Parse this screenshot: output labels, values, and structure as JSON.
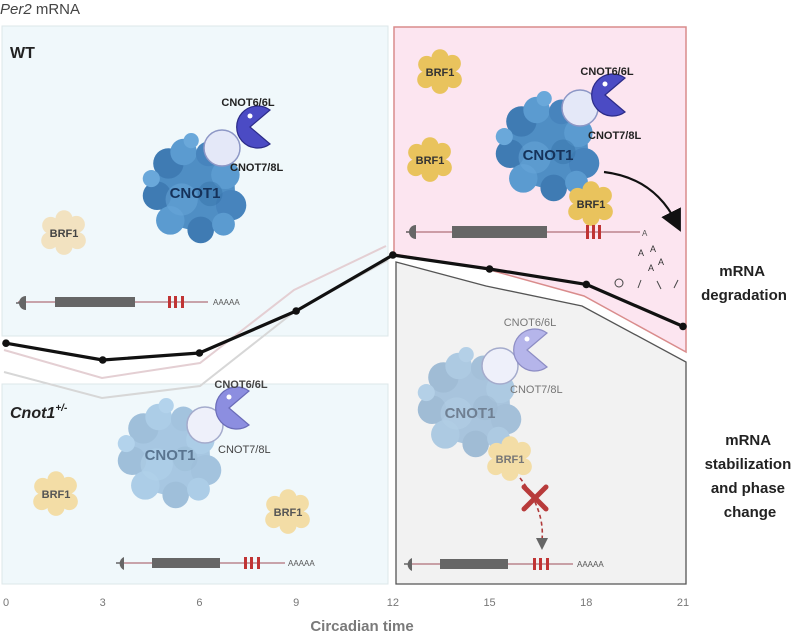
{
  "title": {
    "gene": "Per2",
    "suffix": " mRNA"
  },
  "panels": {
    "wt": {
      "label": "WT"
    },
    "mutant": {
      "label_base": "Cnot1",
      "label_sup": "+/-"
    }
  },
  "proteins": {
    "cnot1": "CNOT1",
    "cnot6": "CNOT6/6L",
    "cnot7": "CNOT7/8L",
    "brf1": "BRF1"
  },
  "mrna": {
    "tail": "AAAAA",
    "single_a": "A"
  },
  "outcomes": {
    "degradation": [
      "mRNA",
      "degradation"
    ],
    "stabilization": [
      "mRNA",
      "stabilization",
      "and phase",
      "change"
    ]
  },
  "chart_data": {
    "type": "line",
    "xlabel": "Circadian time",
    "x": [
      0,
      3,
      6,
      9,
      12,
      15,
      18,
      21
    ],
    "xticks": [
      "0",
      "3",
      "6",
      "9",
      "12",
      "15",
      "18",
      "21"
    ],
    "series": [
      {
        "values": [
          0.32,
          0.2,
          0.25,
          0.55,
          0.95,
          0.85,
          0.74,
          0.44
        ]
      }
    ],
    "ylim": [
      0,
      1
    ]
  }
}
